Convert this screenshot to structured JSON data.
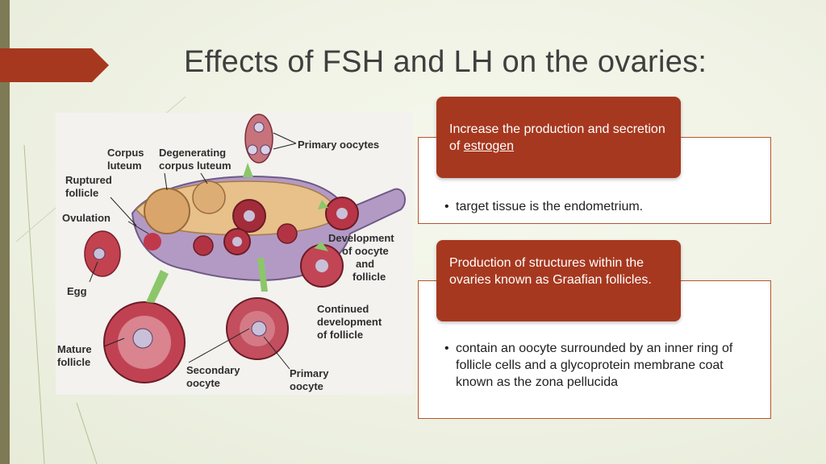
{
  "slide": {
    "title": "Effects of FSH and LH on the ovaries:"
  },
  "diagram": {
    "labels": {
      "primary_oocytes": "Primary oocytes",
      "corpus_luteum_1": "Corpus",
      "corpus_luteum_2": "luteum",
      "degenerating_1": "Degenerating",
      "degenerating_2": "corpus luteum",
      "ruptured_1": "Ruptured",
      "ruptured_2": "follicle",
      "ovulation": "Ovulation",
      "development_1": "Development",
      "development_2": "of oocyte",
      "development_3": "and",
      "development_4": "follicle",
      "egg": "Egg",
      "continued_1": "Continued",
      "continued_2": "development",
      "continued_3": "of follicle",
      "mature_1": "Mature",
      "mature_2": "follicle",
      "secondary_1": "Secondary",
      "secondary_2": "oocyte",
      "primary_1": "Primary",
      "primary_2": "oocyte"
    }
  },
  "boxes": [
    {
      "header_prefix": "Increase the production and secretion of ",
      "header_link": "estrogen",
      "bullet": "•",
      "body": "target tissue is the endometrium."
    },
    {
      "header_text": "Production of structures within the ovaries known as Graafian follicles.",
      "bullet": "•",
      "body": "contain an oocyte surrounded by an inner ring of follicle cells and a glycoprotein membrane coat known as the zona pellucida"
    }
  ],
  "colors": {
    "accent": "#a6381f",
    "left_bar": "#7d7a55",
    "background": "#eef1e2"
  }
}
